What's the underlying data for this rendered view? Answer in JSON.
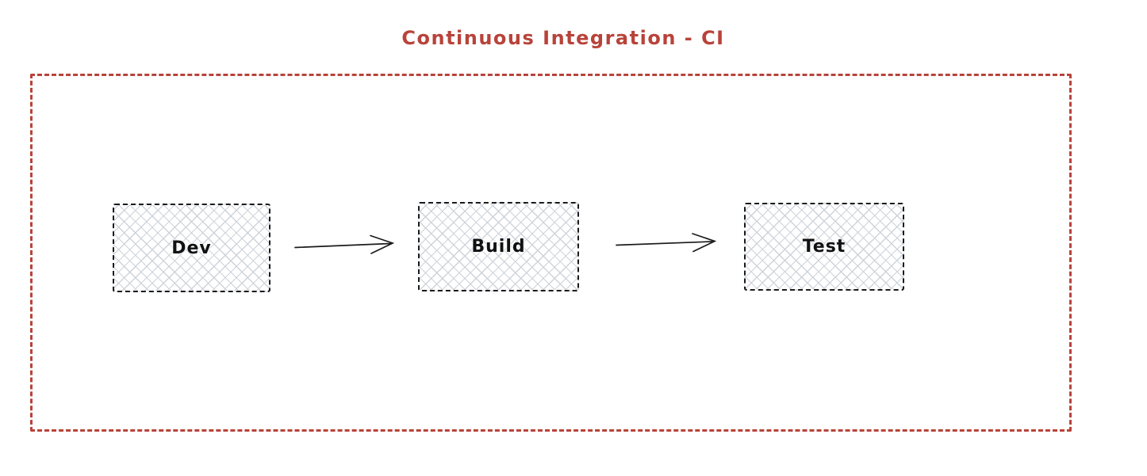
{
  "title": "Continuous Integration - CI",
  "colors": {
    "frame-red": "#b8433a",
    "node-stroke": "#1b1b1b",
    "hatch-gray": "#ced3da",
    "background": "#ffffff"
  },
  "nodes": [
    {
      "id": "dev",
      "label": "Dev"
    },
    {
      "id": "build",
      "label": "Build"
    },
    {
      "id": "test",
      "label": "Test"
    }
  ],
  "edges": [
    {
      "from": "dev",
      "to": "build",
      "style": "arrow-right"
    },
    {
      "from": "build",
      "to": "test",
      "style": "arrow-right"
    }
  ]
}
